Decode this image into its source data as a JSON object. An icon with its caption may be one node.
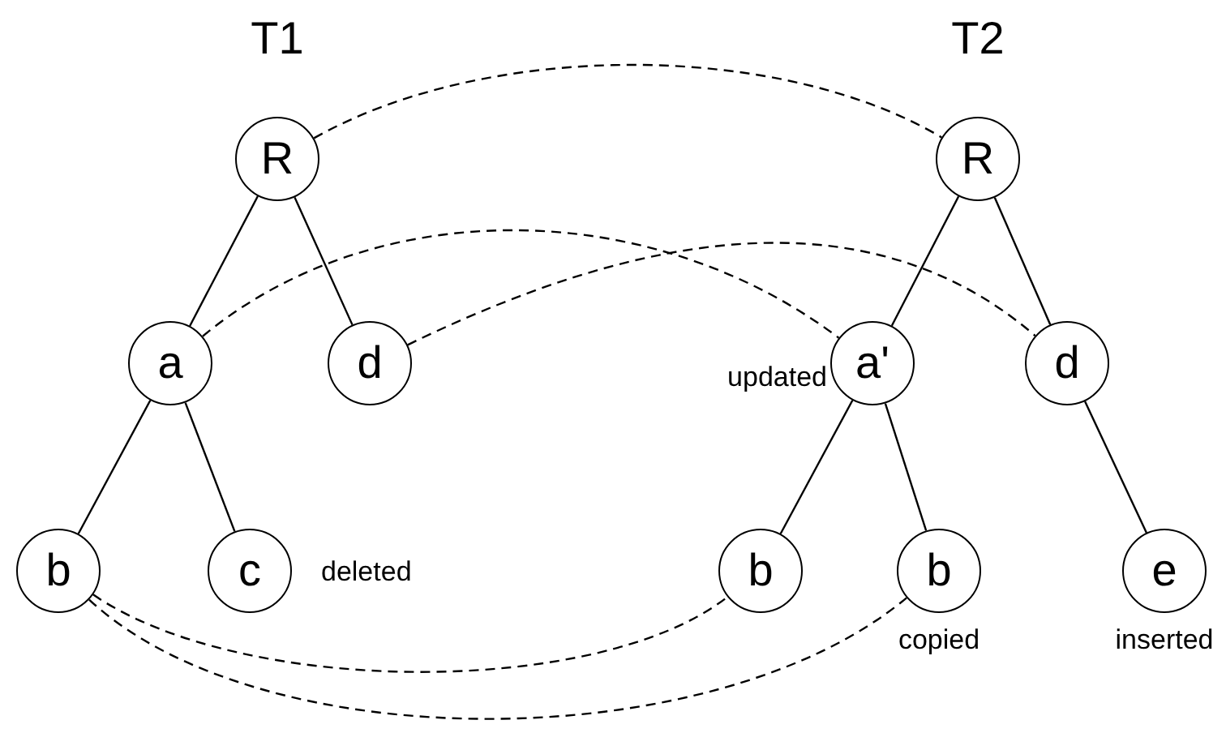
{
  "diagram": {
    "nodes": [
      {
        "text": [
          "R"
        ]
      },
      {
        "text": [
          "a"
        ]
      },
      {
        "text": [
          "d"
        ]
      },
      {
        "text": [
          "b"
        ]
      },
      {
        "text": [
          "c"
        ],
        "beside": [
          "deleted"
        ]
      },
      {
        "text": [
          "R"
        ]
      },
      {
        "text": [
          "a'"
        ],
        "beside": [
          "updated"
        ]
      },
      {
        "text": [
          "d"
        ]
      },
      {
        "text": [
          "b"
        ]
      },
      {
        "text": [
          "b"
        ],
        "beside": [
          "copied"
        ]
      },
      {
        "text": [
          "e"
        ],
        "beside": [
          "inserted"
        ]
      }
    ],
    "edges": [
      {
        "from": 0,
        "to": 1,
        "arrow": "none"
      },
      {
        "from": 0,
        "to": 2,
        "arrow": "none"
      },
      {
        "from": 1,
        "to": 3,
        "arrow": "none"
      },
      {
        "from": 1,
        "to": 4,
        "arrow": "none"
      },
      {
        "from": 5,
        "to": 6,
        "arrow": "none"
      },
      {
        "from": 5,
        "to": 7,
        "arrow": "none"
      },
      {
        "from": 6,
        "to": 8,
        "arrow": "none"
      },
      {
        "from": 6,
        "to": 9,
        "arrow": "none"
      },
      {
        "from": 7,
        "to": 10,
        "arrow": "none"
      },
      {
        "from": 0,
        "to": 5,
        "arrow": "none",
        "style": "dashed"
      },
      {
        "from": 1,
        "to": 6,
        "arrow": "none",
        "style": "dashed"
      },
      {
        "from": 2,
        "to": 7,
        "arrow": "none",
        "style": "dashed"
      },
      {
        "from": 3,
        "to": 8,
        "arrow": "none",
        "style": "dashed"
      },
      {
        "from": 3,
        "to": 9,
        "arrow": "none",
        "style": "dashed"
      }
    ],
    "labels": [
      "T1",
      "T2"
    ]
  }
}
